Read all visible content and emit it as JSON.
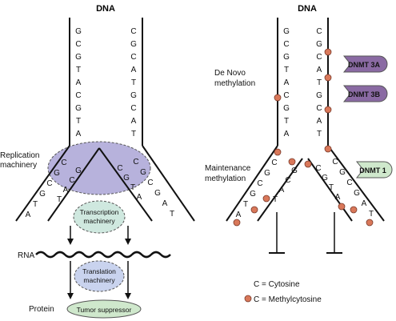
{
  "left": {
    "title": "DNA",
    "strand_left_bases": [
      "G",
      "C",
      "G",
      "T",
      "A",
      "C",
      "G",
      "T",
      "A"
    ],
    "strand_right_bases": [
      "C",
      "G",
      "C",
      "A",
      "T",
      "G",
      "C",
      "A",
      "T"
    ],
    "fork_left_outer": [
      "C",
      "G",
      "C",
      "G",
      "T",
      "A"
    ],
    "fork_left_inner": [
      "G",
      "C",
      "A",
      "T"
    ],
    "fork_right_inner": [
      "C",
      "G",
      "T",
      "A"
    ],
    "fork_right_outer": [
      "C",
      "G",
      "C",
      "G",
      "A",
      "T"
    ],
    "replication_label_1": "Replication",
    "replication_label_2": "machinery",
    "transcription_1": "Transcription",
    "transcription_2": "machinery",
    "rna_label": "RNA",
    "translation_1": "Translation",
    "translation_2": "machinery",
    "protein_label": "Protein",
    "tumor_label": "Tumor suppressor"
  },
  "right": {
    "title": "DNA",
    "strand_left_bases": [
      "G",
      "C",
      "G",
      "T",
      "A",
      "C",
      "G",
      "T",
      "A"
    ],
    "strand_right_bases": [
      "C",
      "G",
      "C",
      "A",
      "T",
      "G",
      "C",
      "A",
      "T"
    ],
    "denovo_1": "De Novo",
    "denovo_2": "methylation",
    "dnmt3a": "DNMT 3A",
    "dnmt3b": "DNMT 3B",
    "maintenance_1": "Maintenance",
    "maintenance_2": "methylation",
    "dnmt1": "DNMT 1",
    "fork_left_outer": [
      "C",
      "G",
      "C",
      "G",
      "T",
      "A"
    ],
    "fork_left_inner": [
      "G",
      "C",
      "A",
      "T"
    ],
    "fork_right_inner": [
      "C",
      "G",
      "T",
      "A"
    ],
    "fork_right_outer": [
      "C",
      "G",
      "C",
      "G",
      "A",
      "T"
    ]
  },
  "legend": {
    "cytosine": "C = Cytosine",
    "methylcytosine": "C = Methylcytosine"
  },
  "colors": {
    "replication_fill": "#b7b2dc",
    "teal_fill": "#cfe8df",
    "blue_fill": "#c9d3ee",
    "green_fill": "#cfe8cc",
    "dnmt3_fill": "#8a6aa3",
    "dnmt1_fill": "#cfe8cc",
    "methyl_dot": "#d9785a"
  }
}
